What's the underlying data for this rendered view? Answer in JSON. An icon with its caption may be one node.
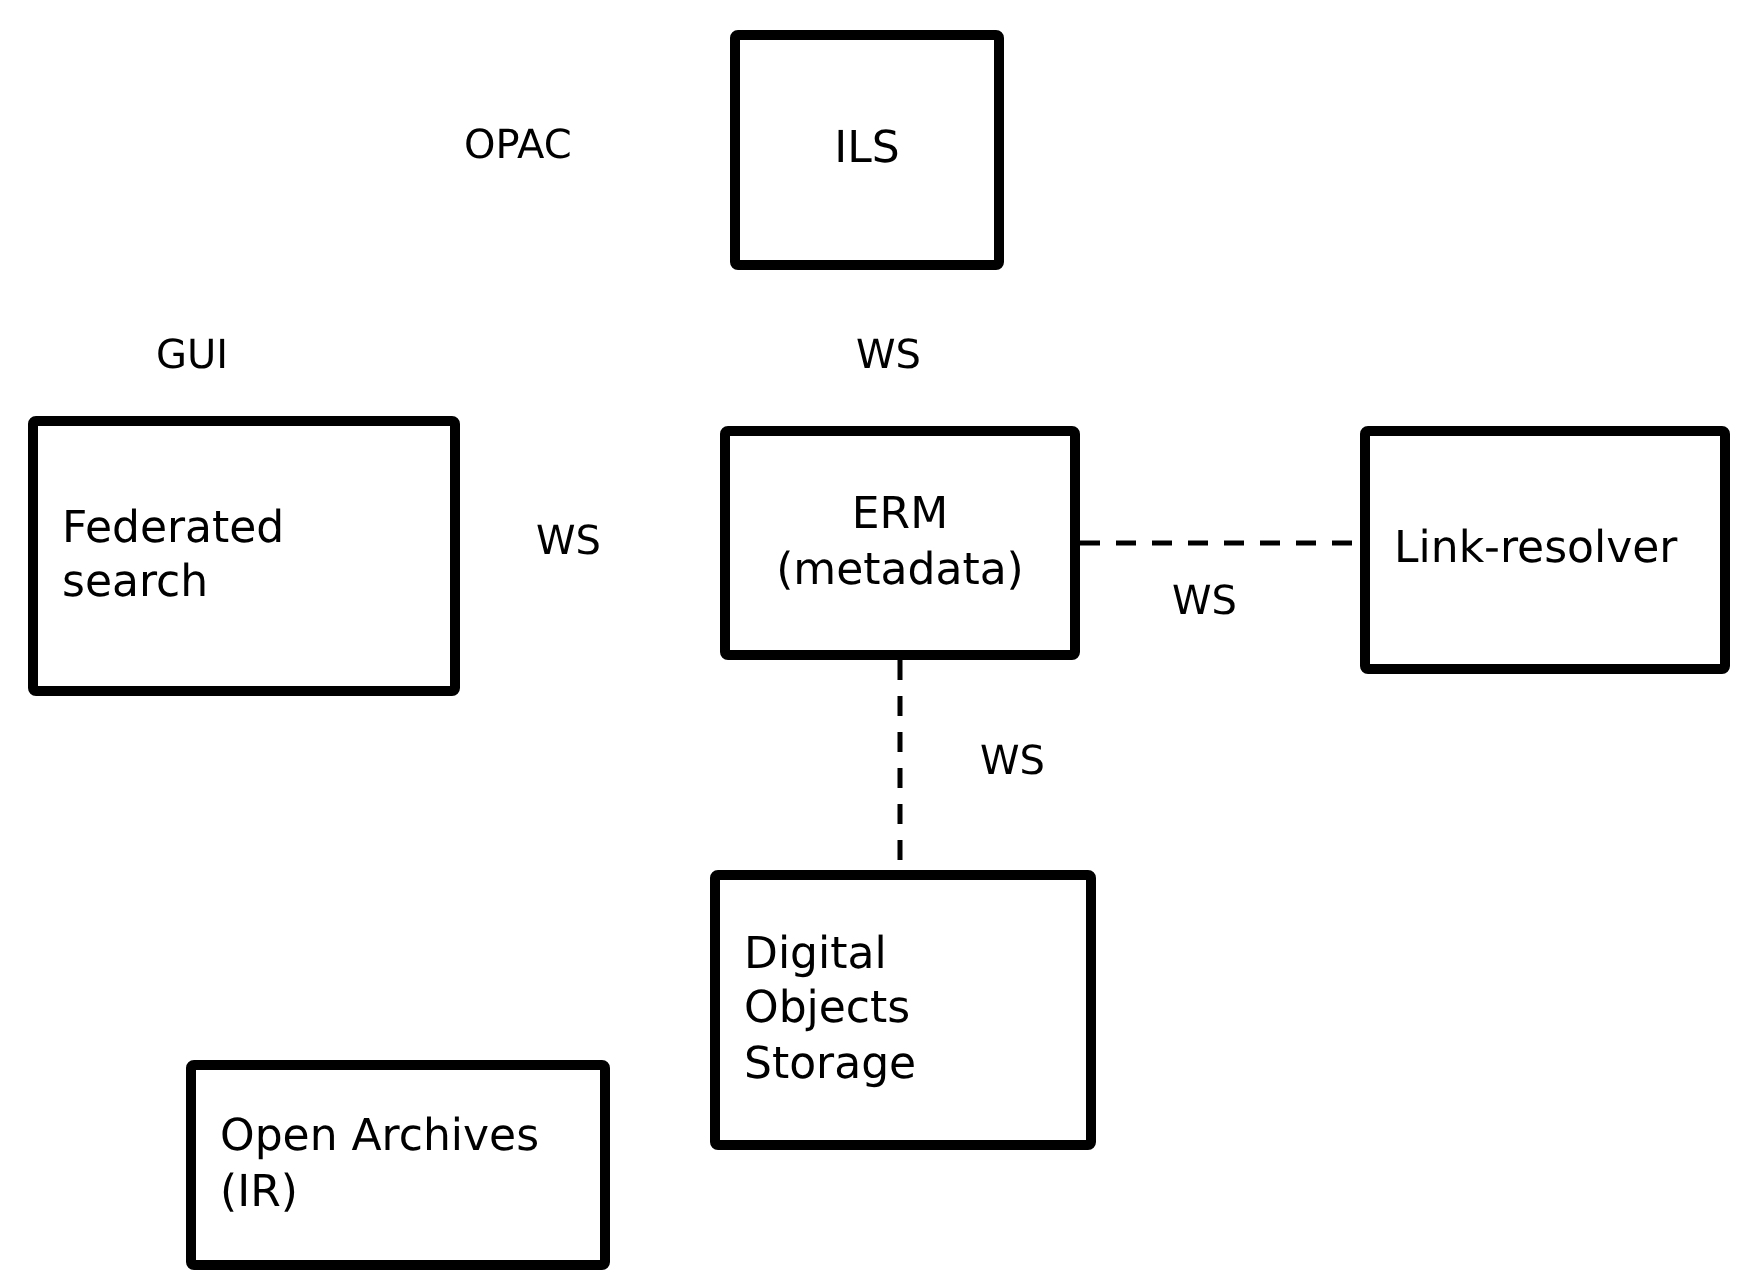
{
  "diagram": {
    "nodes": [
      {
        "text": [
          "ILS"
        ],
        "beside": [
          "OPAC"
        ]
      },
      {
        "text": [
          "Federated search"
        ],
        "beside": [
          "GUI"
        ]
      },
      {
        "text": [
          "ERM (metadata)"
        ]
      },
      {
        "text": [
          "Link-resolver"
        ]
      },
      {
        "text": [
          "Digital Objects Storage"
        ]
      },
      {
        "text": [
          "Open Archives (IR)"
        ]
      }
    ],
    "edges": [
      {
        "from": 2,
        "to": 3,
        "arrow": "none",
        "style": "dashed",
        "label": "WS"
      },
      {
        "from": 2,
        "to": 4,
        "arrow": "none",
        "style": "dashed",
        "label": "WS"
      }
    ],
    "labels": [
      "WS",
      "WS"
    ]
  }
}
